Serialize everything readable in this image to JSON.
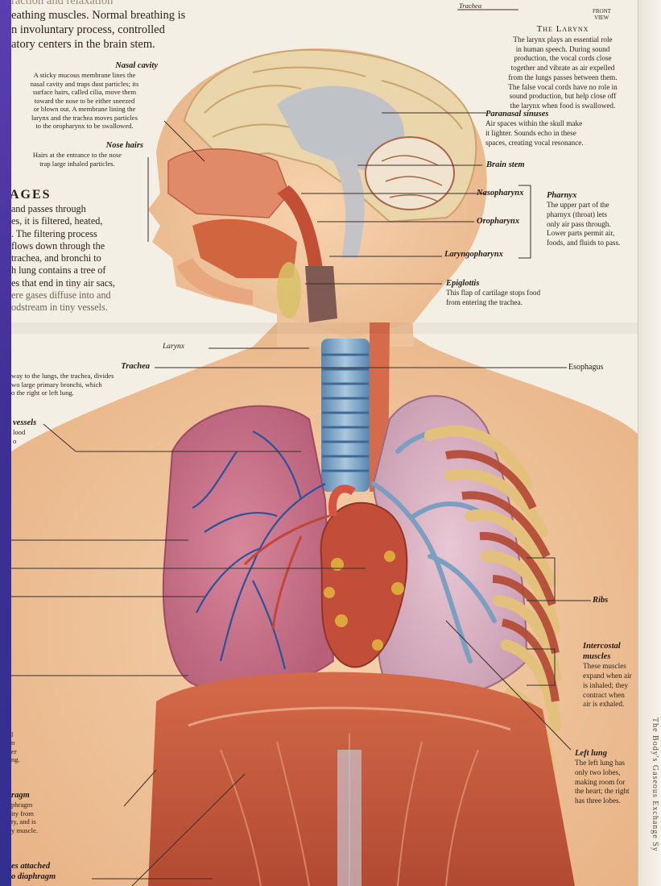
{
  "top_text": {
    "line1": "raction and relaxation",
    "line2": "eathing muscles. Normal breathing is",
    "line3": "n involuntary process, controlled",
    "line4": "atory centers in the brain stem."
  },
  "front_view": {
    "trachea_label": "Trachea",
    "front": "FRONT",
    "view": "VIEW"
  },
  "larynx_box": {
    "heading": "The Larynx",
    "lines": [
      "The larynx plays an essential role",
      "in human speech. During sound",
      "production, the vocal cords close",
      "together and vibrate as air expelled",
      "from the lungs passes between them.",
      "The false vocal cords have no role in",
      "sound production, but help close off",
      "the larynx when food is swallowed."
    ]
  },
  "nasal_cavity": {
    "label": "Nasal cavity",
    "lines": [
      "A sticky mucous membrane lines the",
      "nasal cavity and traps dust particles; its",
      "surface hairs, called cilia, move them",
      "toward the nose to be either sneezed",
      "or blown out. A membrane lining the",
      "larynx and the trachea moves particles",
      "to the oropharynx to be swallowed."
    ]
  },
  "nose_hairs": {
    "label": "Nose hairs",
    "lines": [
      "Hairs at the entrance to the nose",
      "trap large inhaled particles."
    ]
  },
  "passages": {
    "heading": "AGES",
    "lines": [
      "and passes through",
      "es, it is filtered, heated,",
      ". The filtering process",
      "flows down through the",
      "trachea, and bronchi to",
      "h lung contains a tree of",
      "es that end in tiny air sacs,",
      "ere gases diffuse into and",
      "odstream in tiny vessels."
    ]
  },
  "paranasal": {
    "label": "Paranasal sinuses",
    "lines": [
      "Air spaces within the skull make",
      "it lighter. Sounds echo in these",
      "spaces, creating vocal resonance."
    ]
  },
  "brain_stem": {
    "label": "Brain stem"
  },
  "nasopharynx": {
    "label": "Nasopharynx"
  },
  "oropharynx": {
    "label": "Oropharynx"
  },
  "laryngopharynx": {
    "label": "Laryngopharynx"
  },
  "pharynx": {
    "label": "Pharnyx",
    "lines": [
      "The upper part of the",
      "pharnyx (throat) lets",
      "only air pass through.",
      "Lower parts permit air,",
      "foods, and fluids to pass."
    ]
  },
  "epiglottis": {
    "label": "Epiglottis",
    "lines": [
      "This flap of cartilage stops food",
      "from entering the trachea."
    ]
  },
  "larynx": {
    "label": "Larynx"
  },
  "trachea": {
    "label": "Trachea",
    "lines": [
      "way to the lungs, the trachea, divides",
      "wo large primary bronchi, which",
      "o the right or left lung."
    ]
  },
  "esophagus": {
    "label": "Esophagus"
  },
  "vessels": {
    "label": "vessels",
    "lines": [
      "lood",
      "o"
    ]
  },
  "ribs": {
    "label": "Ribs"
  },
  "intercostal": {
    "label_line1": "Intercostal",
    "label_line2": "muscles",
    "lines": [
      "These muscles",
      "expand when air",
      "is inhaled; they",
      "contract when",
      "air is exhaled."
    ]
  },
  "left_lung": {
    "label": "Left lung",
    "lines": [
      "The left lung has",
      "only two lobes,",
      "making room for",
      "the heart; the right",
      "has three lobes."
    ]
  },
  "left_fragments": {
    "lines": [
      "l",
      "n",
      "er",
      "ng."
    ]
  },
  "diaphragm": {
    "label": "ragm",
    "lines": [
      "phragm",
      "ity from",
      "ty, and is",
      "y muscle."
    ]
  },
  "attached": {
    "line1": "es attached",
    "line2": "o diaphragm"
  },
  "spine_title": "The Body's Gaseous Exchange Sy",
  "colors": {
    "skin": "#f2c9a0",
    "muscle": "#c8553a",
    "lung": "#d9a9b6",
    "trachea": "#7fa6c9",
    "brain": "#e8d3a9"
  }
}
